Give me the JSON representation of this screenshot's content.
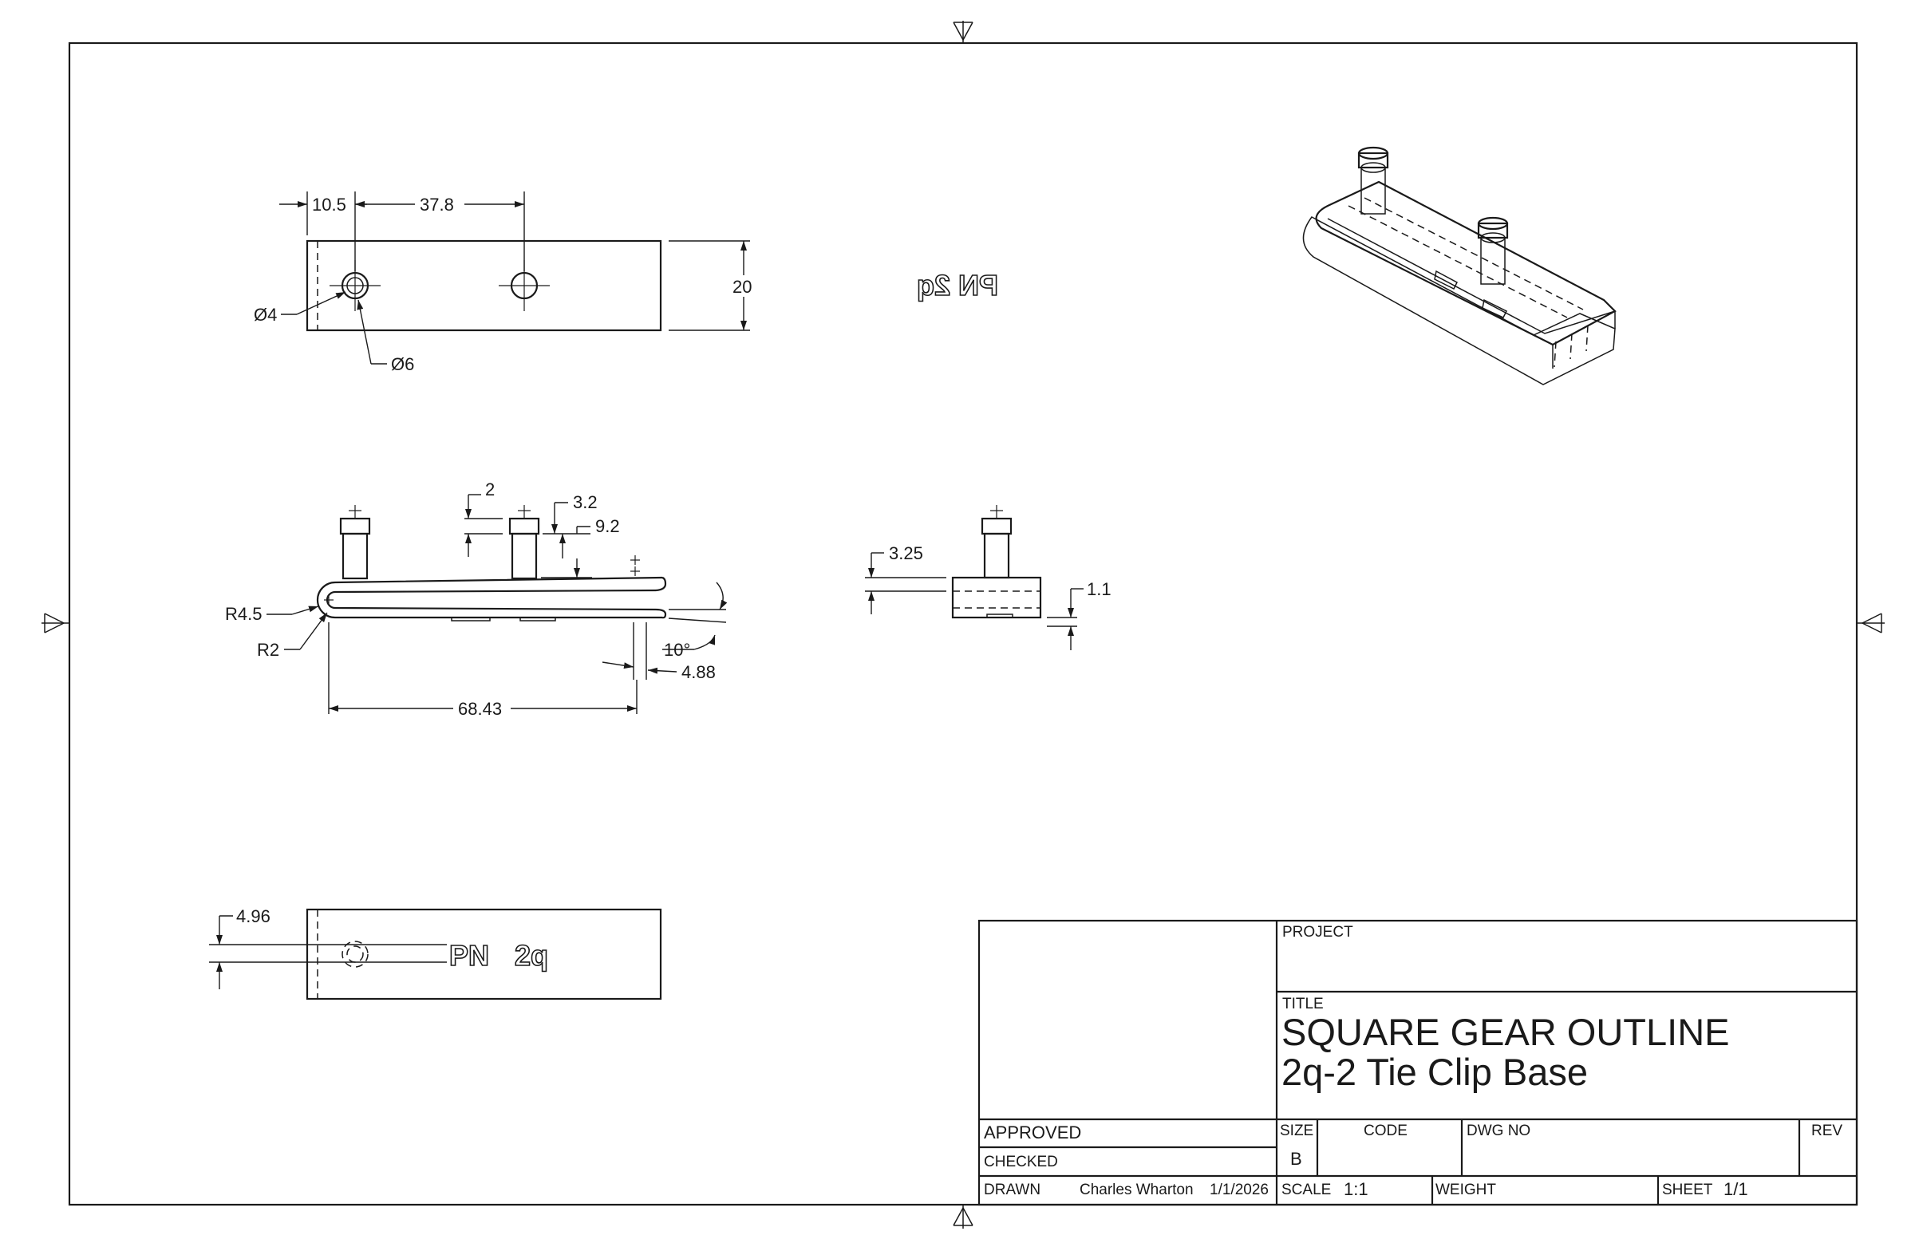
{
  "dimensions": {
    "top_view": {
      "offset": "10.5",
      "spacing": "37.8",
      "height": "20",
      "hole_inner": "Ø4",
      "hole_outer": "Ø6",
      "engraving_mirrored": "PN 2q"
    },
    "front_view": {
      "head_height": "2",
      "head_neck": "3.2",
      "post_height": "9.2",
      "outer_radius": "R4.5",
      "inner_radius": "R2",
      "angle": "10°",
      "tip_offset": "4.88",
      "length": "68.43"
    },
    "side_view": {
      "gap": "3.25",
      "thickness": "1.1"
    },
    "bottom_view": {
      "offset": "4.96",
      "engraving_pn": "PN",
      "engraving_code": "2q"
    }
  },
  "title_block": {
    "project_label": "PROJECT",
    "title_label": "TITLE",
    "title_line1": "SQUARE GEAR OUTLINE",
    "title_line2": "2q-2  Tie Clip Base",
    "approved_label": "APPROVED",
    "checked_label": "CHECKED",
    "drawn_label": "DRAWN",
    "drawn_by": "Charles Wharton",
    "drawn_date": "1/1/2026",
    "size_label": "SIZE",
    "size_value": "B",
    "code_label": "CODE",
    "dwg_no_label": "DWG NO",
    "rev_label": "REV",
    "scale_label": "SCALE",
    "scale_value": "1:1",
    "weight_label": "WEIGHT",
    "sheet_label": "SHEET",
    "sheet_value": "1/1"
  }
}
